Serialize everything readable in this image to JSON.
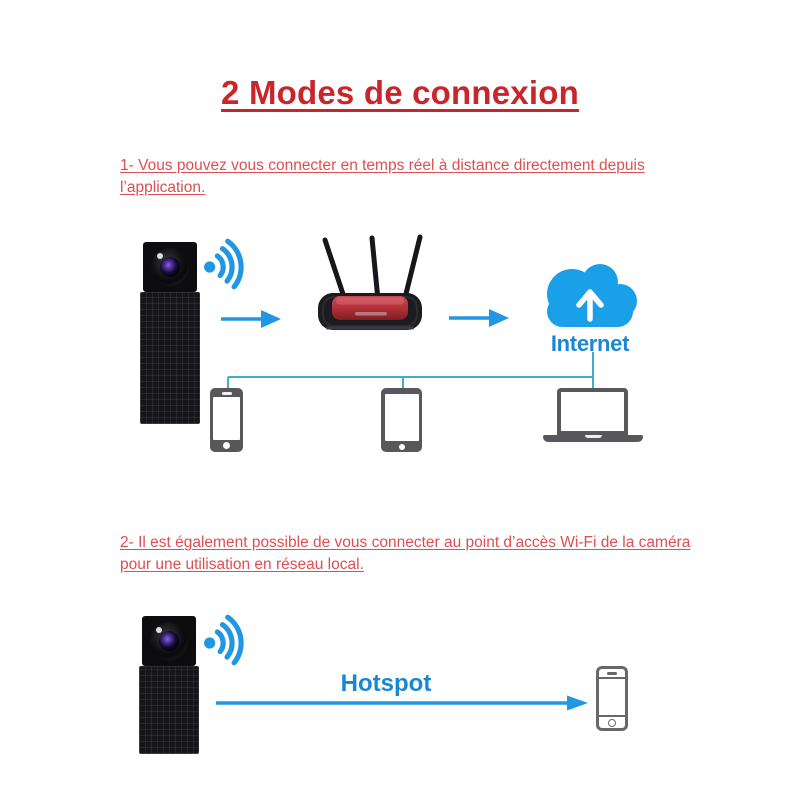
{
  "title": {
    "text": "2 Modes de connexion"
  },
  "mode1": {
    "description_lines": [
      "1- Vous pouvez vous connecter en temps réel à distance directement depuis",
      "l’application."
    ],
    "internet_label": "Internet"
  },
  "mode2": {
    "description_lines": [
      "2- Il est également possible de vous connecter au point d’accès Wi-Fi de la caméra",
      "pour une utilisation en réseau local.",
      ""
    ],
    "hotspot_label": "Hotspot"
  },
  "icons": {
    "camera": "spy-camera",
    "wifi": "wifi-signal-icon",
    "arrow": "arrow-right-icon",
    "router": "wifi-router-icon",
    "cloud": "internet-cloud-icon",
    "upload": "up-arrow-icon",
    "smartphone": "smartphone-icon",
    "tablet": "tablet-icon",
    "laptop": "laptop-icon",
    "connector": "network-connector-lines"
  },
  "colors": {
    "title_red": "#c8262b",
    "body_red": "#dd4f52",
    "blue": "#2196e3",
    "label_blue": "#1a87d3",
    "teal": "#3fafc7",
    "device_gray": "#58585c",
    "router_red": "#b5343c",
    "device_black": "#141416"
  }
}
